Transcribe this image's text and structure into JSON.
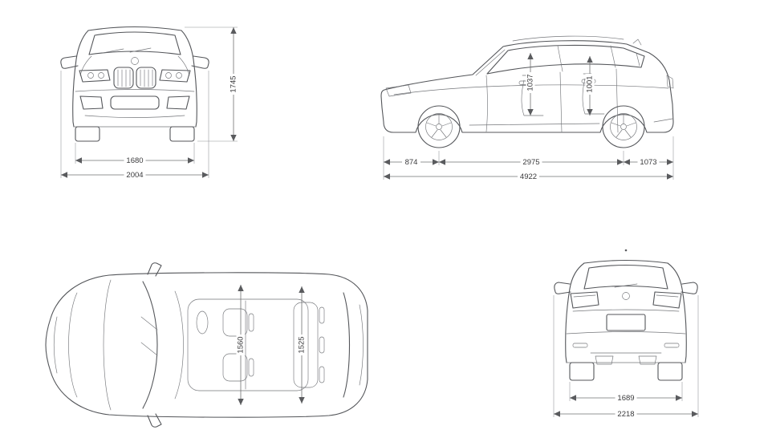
{
  "views": {
    "front": {
      "height": "1745",
      "track_width": "1680",
      "overall_width": "2004"
    },
    "side": {
      "cabin_height_front": "1037",
      "cabin_height_rear": "1001",
      "front_overhang": "874",
      "wheelbase": "2975",
      "rear_overhang": "1073",
      "overall_length": "4922"
    },
    "top": {
      "interior_width_front": "1560",
      "interior_width_rear": "1525"
    },
    "rear": {
      "track_width": "1689",
      "overall_width": "2218"
    }
  },
  "colors": {
    "car_line": "#54565a",
    "dimension_line": "#6f7072",
    "dimension_text": "#3a3a3c",
    "background": "#ffffff"
  }
}
